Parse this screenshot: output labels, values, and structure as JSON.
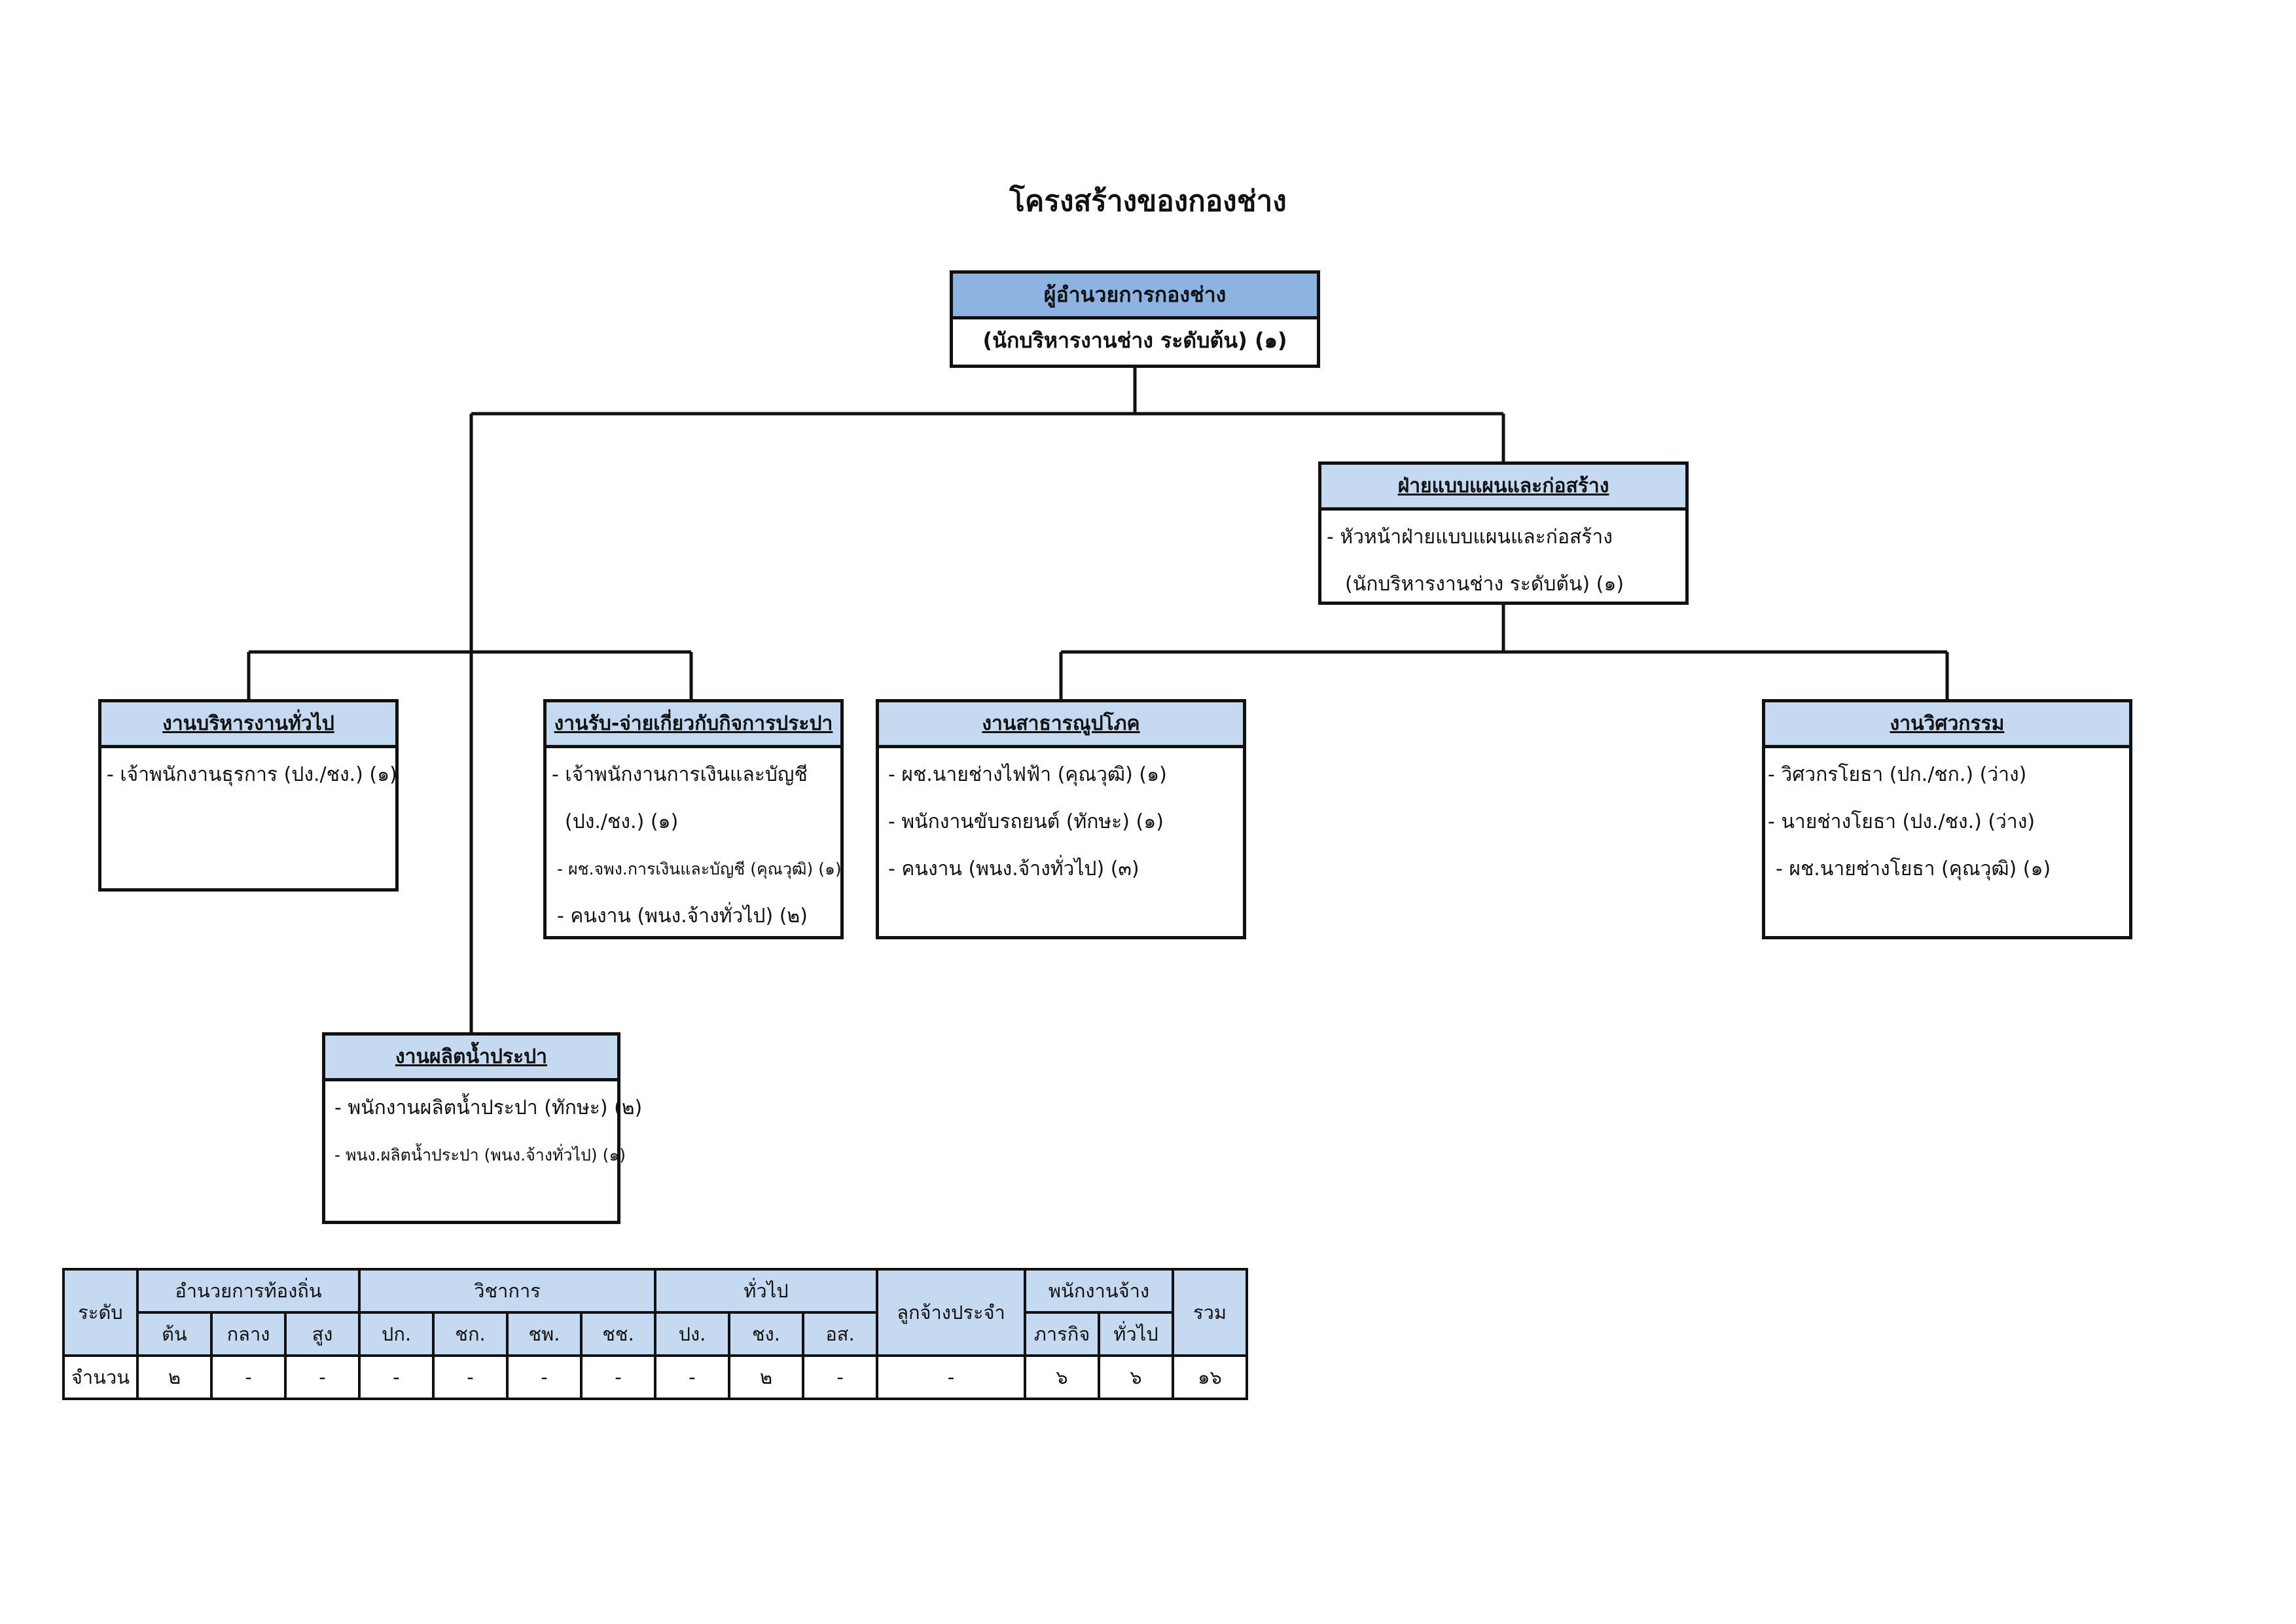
{
  "title": "โครงสร้างของกองช่าง",
  "director": {
    "title": "ผู้อำนวยการกองช่าง",
    "subtitle": "(นักบริหารงานช่าง ระดับต้น) (๑)"
  },
  "design_division": {
    "title": "ฝ่ายแบบแผนและก่อสร้าง",
    "lines": [
      "- หัวหน้าฝ่ายแบบแผนและก่อสร้าง",
      "(นักบริหารงานช่าง ระดับต้น) (๑)"
    ]
  },
  "units": {
    "general_admin": {
      "title": "งานบริหารงานทั่วไป",
      "lines": [
        "- เจ้าพนักงานธุรการ (ปง./ชง.) (๑)"
      ]
    },
    "water_finance": {
      "title": "งานรับ-จ่ายเกี่ยวกับกิจการประปา",
      "lines": [
        "- เจ้าพนักงานการเงินและบัญชี",
        "(ปง./ชง.) (๑)",
        "- ผช.จพง.การเงินและบัญชี (คุณวุฒิ) (๑)",
        "- คนงาน (พนง.จ้างทั่วไป) (๒)"
      ]
    },
    "water_production": {
      "title": "งานผลิตน้ำประปา",
      "lines": [
        "- พนักงานผลิตน้ำประปา (ทักษะ) (๒)",
        "- พนง.ผลิตน้ำประปา (พนง.จ้างทั่วไป) (๑)"
      ]
    },
    "utilities": {
      "title": "งานสาธารณูปโภค",
      "lines": [
        "- ผช.นายช่างไฟฟ้า (คุณวุฒิ) (๑)",
        "- พนักงานขับรถยนต์ (ทักษะ) (๑)",
        "- คนงาน (พนง.จ้างทั่วไป) (๓)"
      ]
    },
    "engineering": {
      "title": "งานวิศวกรรม",
      "lines": [
        "- วิศวกรโยธา (ปก./ชก.) (ว่าง)",
        "- นายช่างโยธา (ปง./ชง.) (ว่าง)",
        "- ผช.นายช่างโยธา (คุณวุฒิ) (๑)"
      ]
    }
  },
  "summary_table": {
    "level_label": "ระดับ",
    "groups": {
      "local_admin": "อำนวยการท้องถิ่น",
      "academic": "วิชาการ",
      "general": "ทั่วไป",
      "permanent": "ลูกจ้างประจำ",
      "contract": "พนักงานจ้าง",
      "total": "รวม"
    },
    "subheaders": [
      "ต้น",
      "กลาง",
      "สูง",
      "ปก.",
      "ชก.",
      "ชพ.",
      "ชช.",
      "ปง.",
      "ชง.",
      "อส.",
      "ภารกิจ",
      "ทั่วไป"
    ],
    "count_label": "จำนวน",
    "counts": [
      "๒",
      "-",
      "-",
      "-",
      "-",
      "-",
      "-",
      "-",
      "๒",
      "-",
      "-",
      "๖",
      "๖",
      "๑๖"
    ]
  }
}
